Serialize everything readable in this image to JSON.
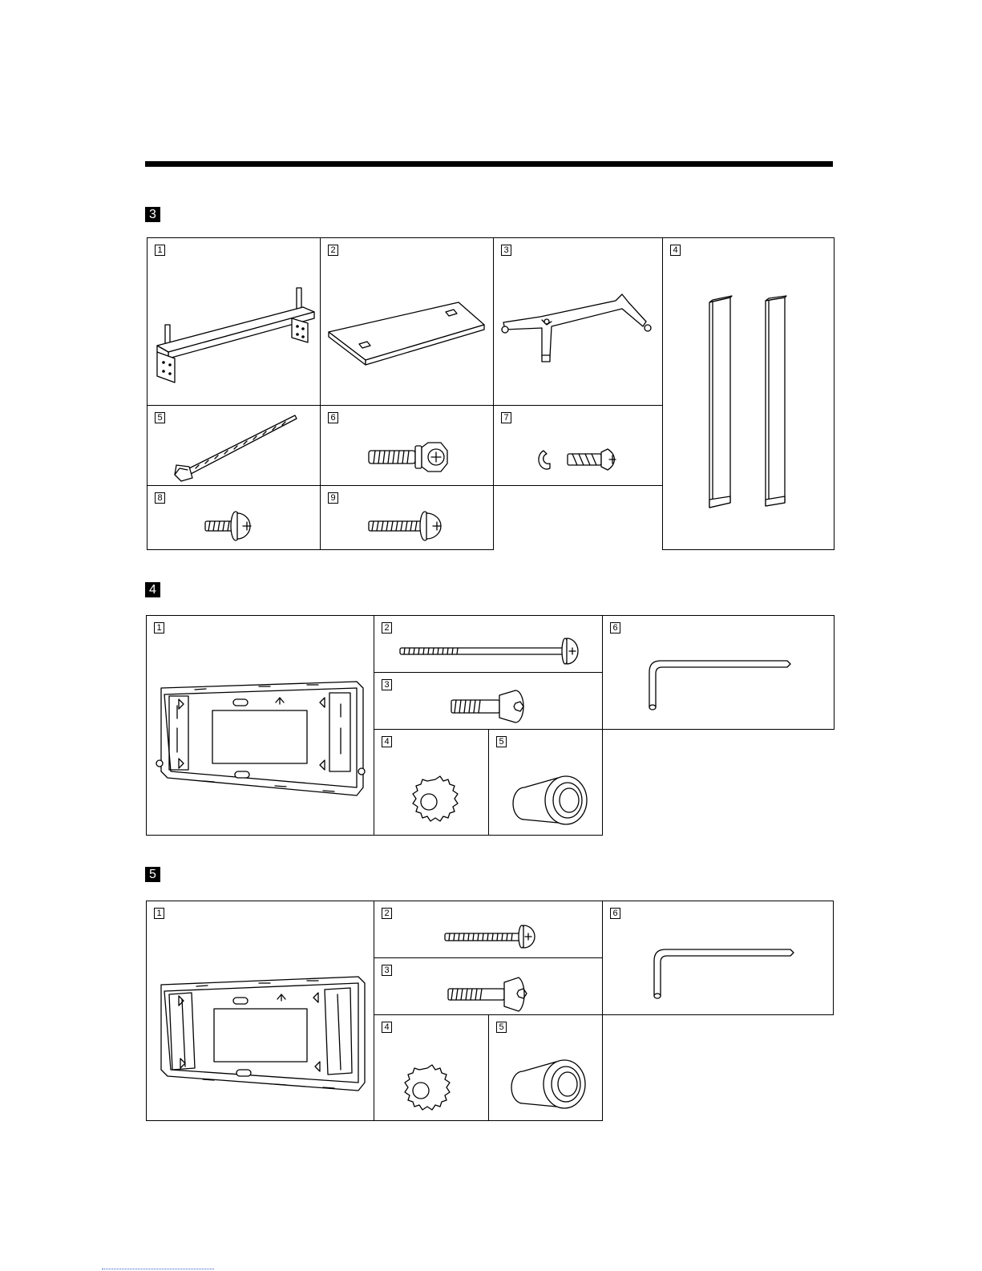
{
  "sections": [
    {
      "label": "3",
      "items": [
        "1",
        "2",
        "3",
        "4",
        "5",
        "6",
        "7",
        "8",
        "9"
      ]
    },
    {
      "label": "4",
      "items": [
        "1",
        "2",
        "3",
        "4",
        "5",
        "6"
      ]
    },
    {
      "label": "5",
      "items": [
        "1",
        "2",
        "3",
        "4",
        "5",
        "6"
      ]
    }
  ],
  "icons": {
    "s3_1": "stand-bar-icon",
    "s3_2": "base-plate-icon",
    "s3_3": "caster-leg-icon",
    "s3_4": "pole-icon",
    "s3_5": "cable-tie-icon",
    "s3_6": "hex-bolt-icon",
    "s3_7": "screw-washer-icon",
    "s3_8": "short-screw-icon",
    "s3_9": "screw-icon",
    "bracket": "wall-bracket-icon",
    "long_screw": "long-screw-icon",
    "hex_socket_bolt": "hex-socket-bolt-icon",
    "toothed_washer": "toothed-washer-icon",
    "spacer": "spacer-icon",
    "hex_key": "hex-key-icon"
  }
}
